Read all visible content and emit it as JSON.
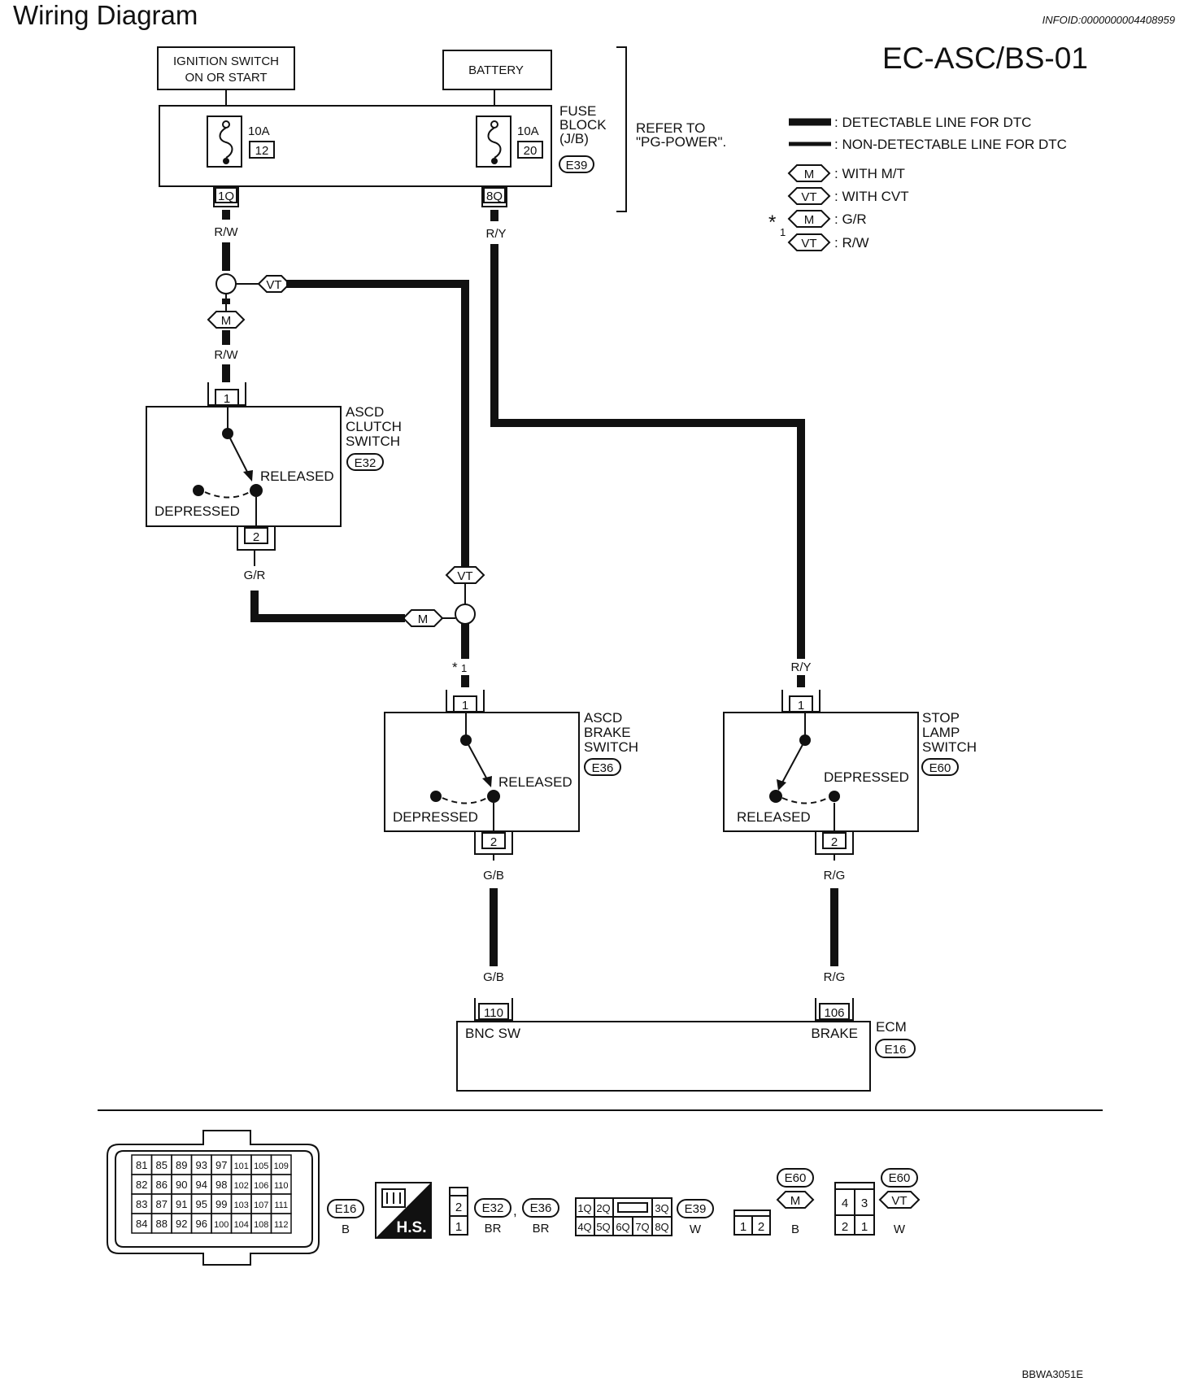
{
  "title": "Wiring Diagram",
  "info_id": "INFOID:0000000004408959",
  "diagram_code": "EC-ASC/BS-01",
  "figure_id": "BBWA3051E",
  "ignition_switch": {
    "line1": "IGNITION SWITCH",
    "line2": "ON OR START"
  },
  "battery": "BATTERY",
  "fuse_block": {
    "line1": "FUSE",
    "line2": "BLOCK",
    "line3": "(J/B)",
    "connector": "E39",
    "fuse1_rating": "10A",
    "fuse1_num": "12",
    "fuse2_rating": "10A",
    "fuse2_num": "20",
    "term1": "1Q",
    "term2": "8Q"
  },
  "refer": {
    "line1": "REFER TO",
    "line2": "\"PG-POWER\"."
  },
  "legend": {
    "detectable": ": DETECTABLE LINE FOR DTC",
    "non_detectable": ": NON-DETECTABLE LINE FOR DTC",
    "mt_tag": "M",
    "mt_text": ": WITH M/T",
    "cvt_tag": "VT",
    "cvt_text": ": WITH CVT",
    "star": "*",
    "star_num": "1",
    "star_m_tag": "M",
    "star_m_text": ": G/R",
    "star_vt_tag": "VT",
    "star_vt_text": ": R/W"
  },
  "wires": {
    "rw_top": "R/W",
    "ry_top": "R/Y",
    "rw_mid": "R/W",
    "gr": "G/R",
    "star1": "*",
    "star1_num": "1",
    "ry_bottom": "R/Y",
    "gb_upper": "G/B",
    "gb_lower": "G/B",
    "rg_upper": "R/G",
    "rg_lower": "R/G",
    "vt_tag_top": "VT",
    "m_tag_top": "M",
    "vt_tag_mid": "VT",
    "m_tag_mid": "M"
  },
  "clutch_switch": {
    "line1": "ASCD",
    "line2": "CLUTCH",
    "line3": "SWITCH",
    "connector": "E32",
    "released": "RELEASED",
    "depressed": "DEPRESSED",
    "pin_top": "1",
    "pin_bottom": "2"
  },
  "brake_switch": {
    "line1": "ASCD",
    "line2": "BRAKE",
    "line3": "SWITCH",
    "connector": "E36",
    "released": "RELEASED",
    "depressed": "DEPRESSED",
    "pin_top": "1",
    "pin_bottom": "2"
  },
  "stop_lamp": {
    "line1": "STOP",
    "line2": "LAMP",
    "line3": "SWITCH",
    "connector": "E60",
    "released": "RELEASED",
    "depressed": "DEPRESSED",
    "pin_top": "1",
    "pin_bottom": "2"
  },
  "ecm": {
    "label": "ECM",
    "connector": "E16",
    "pin_left": "110",
    "pin_right": "106",
    "left_signal": "BNC SW",
    "right_signal": "BRAKE"
  },
  "connectors": {
    "ecm_rows": [
      [
        "81",
        "85",
        "89",
        "93",
        "97",
        "101",
        "105",
        "109"
      ],
      [
        "82",
        "86",
        "90",
        "94",
        "98",
        "102",
        "106",
        "110"
      ],
      [
        "83",
        "87",
        "91",
        "95",
        "99",
        "103",
        "107",
        "111"
      ],
      [
        "84",
        "88",
        "92",
        "96",
        "100",
        "104",
        "108",
        "112"
      ]
    ],
    "ecm_id": "E16",
    "ecm_color": "B",
    "hs": "H.S.",
    "e32_id": "E32",
    "e32_color": "BR",
    "comma": ",",
    "e36_id": "E36",
    "e36_color": "BR",
    "two_pin": [
      "2",
      "1"
    ],
    "fuse_row1": [
      "1Q",
      "2Q",
      "3Q"
    ],
    "fuse_row2": [
      "4Q",
      "5Q",
      "6Q",
      "7Q",
      "8Q"
    ],
    "e39_id": "E39",
    "e39_color": "W",
    "mt_pins": [
      "1",
      "2"
    ],
    "e60_mt_id": "E60",
    "e60_mt_tag": "M",
    "e60_mt_color": "B",
    "cvt_pins_top": [
      "4",
      "3"
    ],
    "cvt_pins_bottom": [
      "2",
      "1"
    ],
    "e60_cvt_id": "E60",
    "e60_cvt_tag": "VT",
    "e60_cvt_color": "W"
  }
}
